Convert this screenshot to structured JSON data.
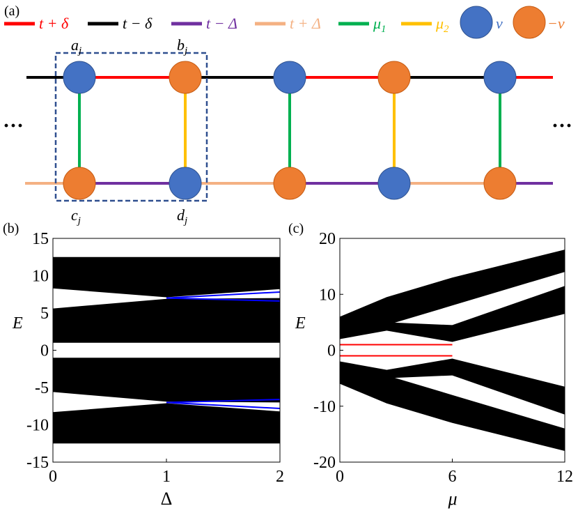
{
  "panel_labels": {
    "a": "(a)",
    "b": "(b)",
    "c": "(c)"
  },
  "colors": {
    "red": "#ff0000",
    "black": "#000000",
    "purple": "#7030a0",
    "peach": "#f4b183",
    "green": "#00b050",
    "yellow": "#ffc000",
    "blue_site": "#4472c4",
    "orange_site": "#ed7d31",
    "dash_box": "#2f4f8f",
    "blue_line": "#0000ff"
  },
  "legend": [
    {
      "label": "t + δ",
      "color": "#ff0000",
      "kind": "line"
    },
    {
      "label": "t − δ",
      "color": "#000000",
      "kind": "line"
    },
    {
      "label": "t − Δ",
      "color": "#7030a0",
      "kind": "line"
    },
    {
      "label": "t + Δ",
      "color": "#f4b183",
      "kind": "line"
    },
    {
      "label": "μ1",
      "color": "#00b050",
      "kind": "line"
    },
    {
      "label": "μ2",
      "color": "#ffc000",
      "kind": "line"
    },
    {
      "label": "v",
      "color": "#4472c4",
      "kind": "dot"
    },
    {
      "label": "−v",
      "color": "#ed7d31",
      "kind": "dot"
    }
  ],
  "site_labels": {
    "a": "aj",
    "b": "bj",
    "c": "cj",
    "d": "dj"
  },
  "ellipsis": "···",
  "chart_data": [
    {
      "type": "area",
      "panel": "(b)",
      "xlabel": "Δ",
      "ylabel": "E",
      "xlim": [
        0,
        2
      ],
      "ylim": [
        -15,
        15
      ],
      "xticks": [
        "0",
        "1",
        "2"
      ],
      "yticks": [
        "15",
        "10",
        "5",
        "0",
        "-5",
        "-10",
        "-15"
      ],
      "bands": [
        {
          "x": [
            0,
            1,
            2
          ],
          "upper": [
            12.5,
            12.5,
            12.5
          ],
          "lower": [
            8.3,
            7.1,
            8.2
          ]
        },
        {
          "x": [
            0,
            1,
            2
          ],
          "upper": [
            5.6,
            6.9,
            7.0
          ],
          "lower": [
            1.0,
            1.0,
            1.0
          ]
        },
        {
          "x": [
            0,
            1,
            2
          ],
          "upper": [
            -1.0,
            -1.0,
            -1.0
          ],
          "lower": [
            -5.6,
            -6.9,
            -7.0
          ]
        },
        {
          "x": [
            0,
            1,
            2
          ],
          "upper": [
            -8.3,
            -7.1,
            -8.2
          ],
          "lower": [
            -12.5,
            -12.5,
            -12.5
          ]
        }
      ],
      "edge_states": [
        {
          "x": [
            1,
            2
          ],
          "y": [
            7.0,
            7.8
          ]
        },
        {
          "x": [
            1,
            2
          ],
          "y": [
            7.0,
            6.6
          ]
        },
        {
          "x": [
            1,
            2
          ],
          "y": [
            -7.0,
            -6.6
          ]
        },
        {
          "x": [
            1,
            2
          ],
          "y": [
            -7.0,
            -7.8
          ]
        }
      ]
    },
    {
      "type": "area",
      "panel": "(c)",
      "xlabel": "μ",
      "ylabel": "E",
      "xlim": [
        0,
        12
      ],
      "ylim": [
        -20,
        20
      ],
      "xticks": [
        "0",
        "6",
        "12"
      ],
      "yticks": [
        "20",
        "10",
        "0",
        "-10",
        "-20"
      ],
      "bands": [
        {
          "x": [
            0,
            2.5,
            6,
            12
          ],
          "upper": [
            6,
            9.5,
            13,
            18
          ],
          "lower": [
            2.5,
            4.5,
            8,
            14
          ]
        },
        {
          "x": [
            0,
            2.5,
            6,
            12
          ],
          "upper": [
            5.0,
            5.0,
            4.5,
            11.5
          ],
          "lower": [
            2.0,
            3.5,
            1.5,
            6.5
          ]
        },
        {
          "x": [
            0,
            2.5,
            6,
            12
          ],
          "upper": [
            -2.0,
            -3.5,
            -1.5,
            -6.5
          ],
          "lower": [
            -5.0,
            -5.0,
            -4.5,
            -11.5
          ]
        },
        {
          "x": [
            0,
            2.5,
            6,
            12
          ],
          "upper": [
            -2.5,
            -4.5,
            -8,
            -14
          ],
          "lower": [
            -6,
            -9.5,
            -13,
            -18
          ]
        }
      ],
      "edge_states": [
        {
          "x": [
            0,
            6
          ],
          "y": [
            1,
            1
          ]
        },
        {
          "x": [
            0,
            6
          ],
          "y": [
            -1,
            -1
          ]
        }
      ]
    }
  ]
}
